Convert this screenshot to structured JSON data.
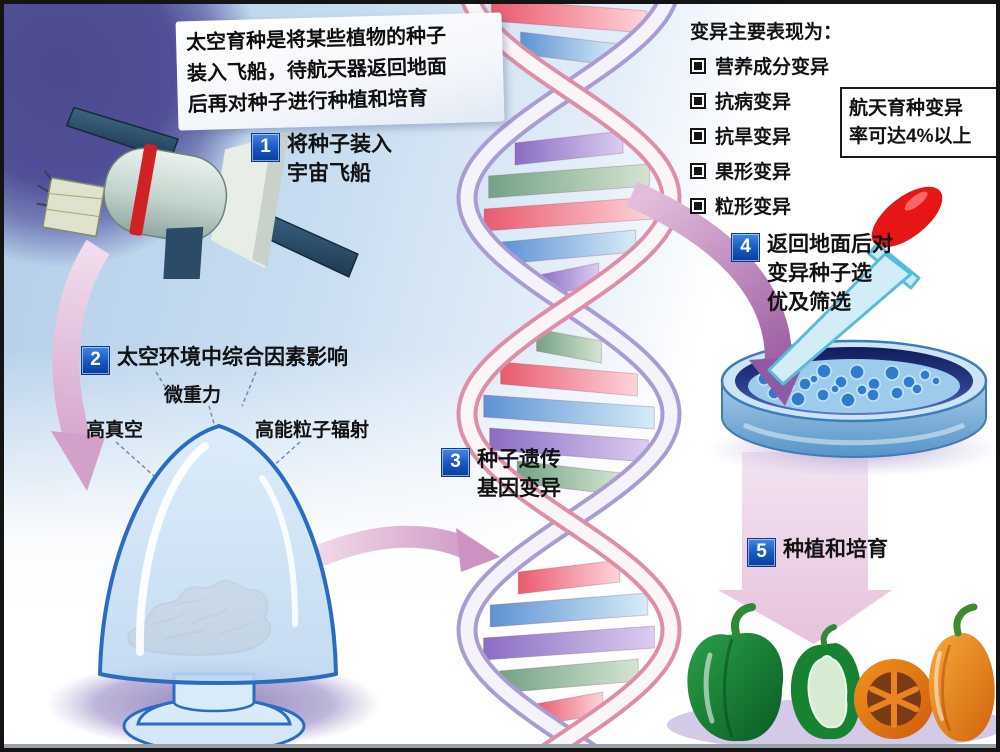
{
  "intro_box": {
    "lines": [
      "太空育种是将某些植物的种子",
      "装入飞船，待航天器返回地面",
      "后再对种子进行种植和培育"
    ]
  },
  "steps": [
    {
      "num": "1",
      "lines": [
        "将种子装入",
        "宇宙飞船"
      ]
    },
    {
      "num": "2",
      "lines": [
        "太空环境中综合因素影响"
      ]
    },
    {
      "num": "3",
      "lines": [
        "种子遗传",
        "基因变异"
      ]
    },
    {
      "num": "4",
      "lines": [
        "返回地面后对",
        "变异种子选",
        "优及筛选"
      ]
    },
    {
      "num": "5",
      "lines": [
        "种植和培育"
      ]
    }
  ],
  "environment_factors": [
    {
      "label": "微重力"
    },
    {
      "label": "高真空"
    },
    {
      "label": "高能粒子辐射"
    }
  ],
  "mutation_panel": {
    "title": "变异主要表现为：",
    "items": [
      "营养成分变异",
      "抗病变异",
      "抗旱变异",
      "果形变异",
      "粒形变异"
    ]
  },
  "rate_box": {
    "lines": [
      "航天育种变异",
      "率可达4%以上"
    ]
  },
  "colors": {
    "step_badge_blue": "#1557bc",
    "arrow_pink": "#d3a0ca",
    "arrow_purple": "#8f5aa4",
    "jar_outline": "#2a6cc0",
    "dna_red": "#e85a6e",
    "dna_blue": "#5e92d4",
    "sky_blue": "#b2cde9",
    "space_purple": "#4c4a8f"
  }
}
